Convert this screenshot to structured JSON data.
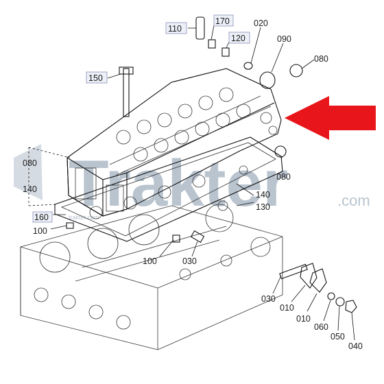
{
  "watermark": {
    "main": "Trakter",
    "suffix": ".com",
    "sub": "trakter.com"
  },
  "arrow_color": "#e8161b",
  "callouts": [
    {
      "id": "c110",
      "text": "110",
      "boxed": true
    },
    {
      "id": "c170",
      "text": "170",
      "boxed": true
    },
    {
      "id": "c120",
      "text": "120",
      "boxed": true
    },
    {
      "id": "c020",
      "text": "020",
      "boxed": false
    },
    {
      "id": "c090",
      "text": "090",
      "boxed": false
    },
    {
      "id": "c080a",
      "text": "080",
      "boxed": false
    },
    {
      "id": "c150",
      "text": "150",
      "boxed": true
    },
    {
      "id": "c080b",
      "text": "080",
      "boxed": false
    },
    {
      "id": "c080c",
      "text": "080",
      "boxed": false
    },
    {
      "id": "c140a",
      "text": "140",
      "boxed": false
    },
    {
      "id": "c140b",
      "text": "140",
      "boxed": false
    },
    {
      "id": "c130",
      "text": "130",
      "boxed": false
    },
    {
      "id": "c160",
      "text": "160",
      "boxed": true
    },
    {
      "id": "c100a",
      "text": "100",
      "boxed": false
    },
    {
      "id": "c100b",
      "text": "100",
      "boxed": false
    },
    {
      "id": "c030a",
      "text": "030",
      "boxed": false
    },
    {
      "id": "c030b",
      "text": "030",
      "boxed": false
    },
    {
      "id": "c010a",
      "text": "010",
      "boxed": false
    },
    {
      "id": "c010b",
      "text": "010",
      "boxed": false
    },
    {
      "id": "c060",
      "text": "060",
      "boxed": false
    },
    {
      "id": "c050",
      "text": "050",
      "boxed": false
    },
    {
      "id": "c040",
      "text": "040",
      "boxed": false
    }
  ]
}
